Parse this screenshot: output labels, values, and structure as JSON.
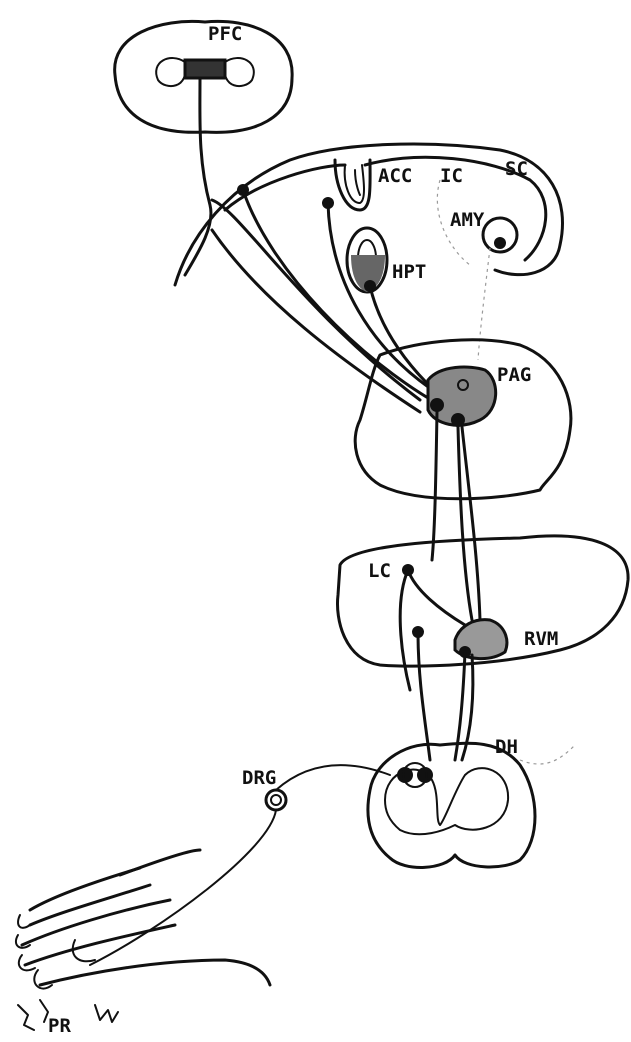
{
  "labels": {
    "pfc": "PFC",
    "acc": "ACC",
    "ic": "IC",
    "sc": "SC",
    "amy": "AMY",
    "hpt": "HPT",
    "pag": "PAG",
    "lc": "LC",
    "rvm": "RVM",
    "dh": "DH",
    "drg": "DRG",
    "pr": "PR"
  }
}
